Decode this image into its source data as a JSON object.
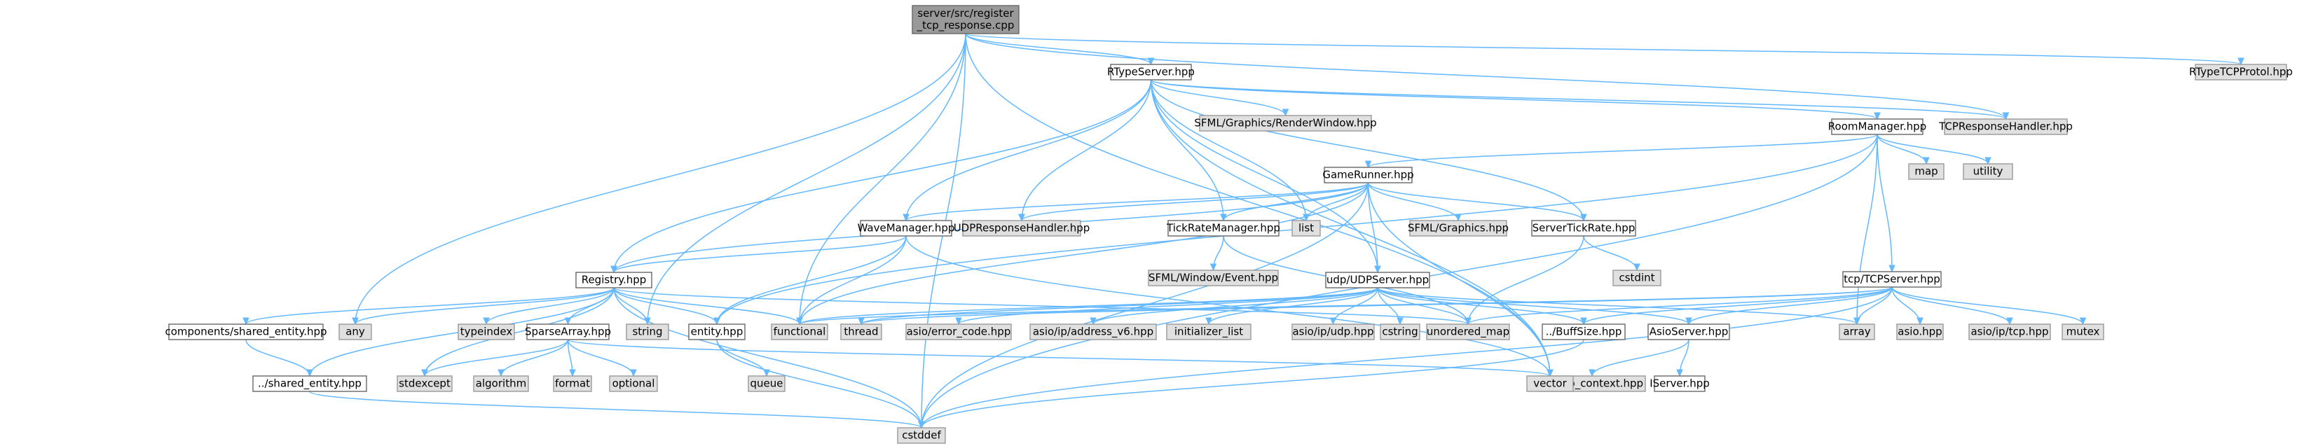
{
  "graph": {
    "title": "server/src/register_tcp_response.cpp",
    "colors": {
      "edge": "#63b8ff",
      "root_fill": "#999999",
      "local_fill": "#ffffff",
      "external_fill": "#e0e0e0",
      "border": "#666666"
    },
    "nodes": [
      {
        "id": "root",
        "lines": [
          "server/src/register",
          "_tcp_response.cpp"
        ],
        "kind": "root"
      },
      {
        "id": "rtypeserver",
        "lines": [
          "RTypeServer.hpp"
        ],
        "kind": "local"
      },
      {
        "id": "rtypetcpprotol",
        "lines": [
          "RTypeTCPProtol.hpp"
        ],
        "kind": "external"
      },
      {
        "id": "sfml_renderwindow",
        "lines": [
          "SFML/Graphics/RenderWindow.hpp"
        ],
        "kind": "external"
      },
      {
        "id": "roommanager",
        "lines": [
          "RoomManager.hpp"
        ],
        "kind": "local"
      },
      {
        "id": "tcpresponsehandler",
        "lines": [
          "TCPResponseHandler.hpp"
        ],
        "kind": "external"
      },
      {
        "id": "map",
        "lines": [
          "map"
        ],
        "kind": "external"
      },
      {
        "id": "utility",
        "lines": [
          "utility"
        ],
        "kind": "external"
      },
      {
        "id": "gamerunner",
        "lines": [
          "GameRunner.hpp"
        ],
        "kind": "local"
      },
      {
        "id": "wavemanager",
        "lines": [
          "WaveManager.hpp"
        ],
        "kind": "local"
      },
      {
        "id": "udpresponsehandler",
        "lines": [
          "UDPResponseHandler.hpp"
        ],
        "kind": "external"
      },
      {
        "id": "tickratemanager",
        "lines": [
          "TickRateManager.hpp"
        ],
        "kind": "local"
      },
      {
        "id": "list",
        "lines": [
          "list"
        ],
        "kind": "external"
      },
      {
        "id": "sfml_graphics",
        "lines": [
          "SFML/Graphics.hpp"
        ],
        "kind": "external"
      },
      {
        "id": "servertickrate",
        "lines": [
          "ServerTickRate.hpp"
        ],
        "kind": "local"
      },
      {
        "id": "sfml_event",
        "lines": [
          "SFML/Window/Event.hpp"
        ],
        "kind": "external"
      },
      {
        "id": "cstdint",
        "lines": [
          "cstdint"
        ],
        "kind": "external"
      },
      {
        "id": "tcpserver",
        "lines": [
          "tcp/TCPServer.hpp"
        ],
        "kind": "local"
      },
      {
        "id": "registry",
        "lines": [
          "Registry.hpp"
        ],
        "kind": "local"
      },
      {
        "id": "udpserver",
        "lines": [
          "udp/UDPServer.hpp"
        ],
        "kind": "local"
      },
      {
        "id": "any",
        "lines": [
          "any"
        ],
        "kind": "external"
      },
      {
        "id": "shared_entity_comp",
        "lines": [
          "components/shared_entity.hpp"
        ],
        "kind": "local"
      },
      {
        "id": "typeindex",
        "lines": [
          "typeindex"
        ],
        "kind": "external"
      },
      {
        "id": "sparsearray",
        "lines": [
          "SparseArray.hpp"
        ],
        "kind": "local"
      },
      {
        "id": "string",
        "lines": [
          "string"
        ],
        "kind": "external"
      },
      {
        "id": "entity",
        "lines": [
          "entity.hpp"
        ],
        "kind": "local"
      },
      {
        "id": "functional",
        "lines": [
          "functional"
        ],
        "kind": "external"
      },
      {
        "id": "thread",
        "lines": [
          "thread"
        ],
        "kind": "external"
      },
      {
        "id": "error_code",
        "lines": [
          "asio/error_code.hpp"
        ],
        "kind": "external"
      },
      {
        "id": "address_v6",
        "lines": [
          "asio/ip/address_v6.hpp"
        ],
        "kind": "external"
      },
      {
        "id": "initializer_list",
        "lines": [
          "initializer_list"
        ],
        "kind": "external"
      },
      {
        "id": "asio_udp",
        "lines": [
          "asio/ip/udp.hpp"
        ],
        "kind": "external"
      },
      {
        "id": "cstring",
        "lines": [
          "cstring"
        ],
        "kind": "external"
      },
      {
        "id": "unordered_map",
        "lines": [
          "unordered_map"
        ],
        "kind": "external"
      },
      {
        "id": "buffsize",
        "lines": [
          "../BuffSize.hpp"
        ],
        "kind": "local"
      },
      {
        "id": "asioserver",
        "lines": [
          "AsioServer.hpp"
        ],
        "kind": "local"
      },
      {
        "id": "array",
        "lines": [
          "array"
        ],
        "kind": "external"
      },
      {
        "id": "asio",
        "lines": [
          "asio.hpp"
        ],
        "kind": "external"
      },
      {
        "id": "asio_tcp",
        "lines": [
          "asio/ip/tcp.hpp"
        ],
        "kind": "external"
      },
      {
        "id": "mutex",
        "lines": [
          "mutex"
        ],
        "kind": "external"
      },
      {
        "id": "shared_entity",
        "lines": [
          "../shared_entity.hpp"
        ],
        "kind": "local"
      },
      {
        "id": "stdexcept",
        "lines": [
          "stdexcept"
        ],
        "kind": "external"
      },
      {
        "id": "algorithm",
        "lines": [
          "algorithm"
        ],
        "kind": "external"
      },
      {
        "id": "format",
        "lines": [
          "format"
        ],
        "kind": "external"
      },
      {
        "id": "optional",
        "lines": [
          "optional"
        ],
        "kind": "external"
      },
      {
        "id": "queue",
        "lines": [
          "queue"
        ],
        "kind": "external"
      },
      {
        "id": "asio_context",
        "lines": [
          "asio/io_context.hpp"
        ],
        "kind": "external"
      },
      {
        "id": "iserver",
        "lines": [
          "IServer.hpp"
        ],
        "kind": "local"
      },
      {
        "id": "vector",
        "lines": [
          "vector"
        ],
        "kind": "external"
      },
      {
        "id": "cstddef",
        "lines": [
          "cstddef"
        ],
        "kind": "external"
      }
    ],
    "edges": [
      [
        "root",
        "rtypeserver"
      ],
      [
        "root",
        "rtypetcpprotol"
      ],
      [
        "root",
        "tcpresponsehandler"
      ],
      [
        "root",
        "any"
      ],
      [
        "root",
        "string"
      ],
      [
        "root",
        "functional"
      ],
      [
        "root",
        "vector"
      ],
      [
        "root",
        "cstddef"
      ],
      [
        "rtypeserver",
        "sfml_renderwindow"
      ],
      [
        "rtypeserver",
        "roommanager"
      ],
      [
        "rtypeserver",
        "tcpresponsehandler"
      ],
      [
        "rtypeserver",
        "registry"
      ],
      [
        "rtypeserver",
        "wavemanager"
      ],
      [
        "rtypeserver",
        "udpresponsehandler"
      ],
      [
        "rtypeserver",
        "tickratemanager"
      ],
      [
        "rtypeserver",
        "list"
      ],
      [
        "rtypeserver",
        "servertickrate"
      ],
      [
        "rtypeserver",
        "udpserver"
      ],
      [
        "rtypeserver",
        "vector"
      ],
      [
        "roommanager",
        "gamerunner"
      ],
      [
        "roommanager",
        "map"
      ],
      [
        "roommanager",
        "utility"
      ],
      [
        "roommanager",
        "tcpserver"
      ],
      [
        "roommanager",
        "array"
      ],
      [
        "roommanager",
        "entity"
      ],
      [
        "roommanager",
        "cstddef"
      ],
      [
        "gamerunner",
        "wavemanager"
      ],
      [
        "gamerunner",
        "udpresponsehandler"
      ],
      [
        "gamerunner",
        "tickratemanager"
      ],
      [
        "gamerunner",
        "list"
      ],
      [
        "gamerunner",
        "sfml_graphics"
      ],
      [
        "gamerunner",
        "servertickrate"
      ],
      [
        "gamerunner",
        "udpserver"
      ],
      [
        "gamerunner",
        "registry"
      ],
      [
        "gamerunner",
        "functional"
      ],
      [
        "gamerunner",
        "vector"
      ],
      [
        "gamerunner",
        "cstddef"
      ],
      [
        "wavemanager",
        "registry"
      ],
      [
        "wavemanager",
        "entity"
      ],
      [
        "wavemanager",
        "functional"
      ],
      [
        "wavemanager",
        "vector"
      ],
      [
        "tickratemanager",
        "sfml_event"
      ],
      [
        "tickratemanager",
        "unordered_map"
      ],
      [
        "servertickrate",
        "cstdint"
      ],
      [
        "servertickrate",
        "unordered_map"
      ],
      [
        "tcpserver",
        "asio"
      ],
      [
        "tcpserver",
        "asio_tcp"
      ],
      [
        "tcpserver",
        "mutex"
      ],
      [
        "tcpserver",
        "array"
      ],
      [
        "tcpserver",
        "buffsize"
      ],
      [
        "tcpserver",
        "asioserver"
      ],
      [
        "tcpserver",
        "unordered_map"
      ],
      [
        "tcpserver",
        "functional"
      ],
      [
        "tcpserver",
        "thread"
      ],
      [
        "tcpserver",
        "cstddef"
      ],
      [
        "udpserver",
        "functional"
      ],
      [
        "udpserver",
        "thread"
      ],
      [
        "udpserver",
        "error_code"
      ],
      [
        "udpserver",
        "address_v6"
      ],
      [
        "udpserver",
        "initializer_list"
      ],
      [
        "udpserver",
        "asio_udp"
      ],
      [
        "udpserver",
        "cstring"
      ],
      [
        "udpserver",
        "unordered_map"
      ],
      [
        "udpserver",
        "buffsize"
      ],
      [
        "udpserver",
        "asioserver"
      ],
      [
        "udpserver",
        "array"
      ],
      [
        "registry",
        "any"
      ],
      [
        "registry",
        "shared_entity_comp"
      ],
      [
        "registry",
        "typeindex"
      ],
      [
        "registry",
        "sparsearray"
      ],
      [
        "registry",
        "string"
      ],
      [
        "registry",
        "entity"
      ],
      [
        "registry",
        "functional"
      ],
      [
        "registry",
        "unordered_map"
      ],
      [
        "registry",
        "stdexcept"
      ],
      [
        "registry",
        "shared_entity"
      ],
      [
        "registry",
        "cstddef"
      ],
      [
        "shared_entity_comp",
        "shared_entity"
      ],
      [
        "sparsearray",
        "stdexcept"
      ],
      [
        "sparsearray",
        "algorithm"
      ],
      [
        "sparsearray",
        "format"
      ],
      [
        "sparsearray",
        "optional"
      ],
      [
        "sparsearray",
        "vector"
      ],
      [
        "entity",
        "queue"
      ],
      [
        "entity",
        "cstddef"
      ],
      [
        "asioserver",
        "asio_context"
      ],
      [
        "asioserver",
        "iserver"
      ],
      [
        "buffsize",
        "cstddef"
      ],
      [
        "shared_entity",
        "cstddef"
      ]
    ]
  }
}
